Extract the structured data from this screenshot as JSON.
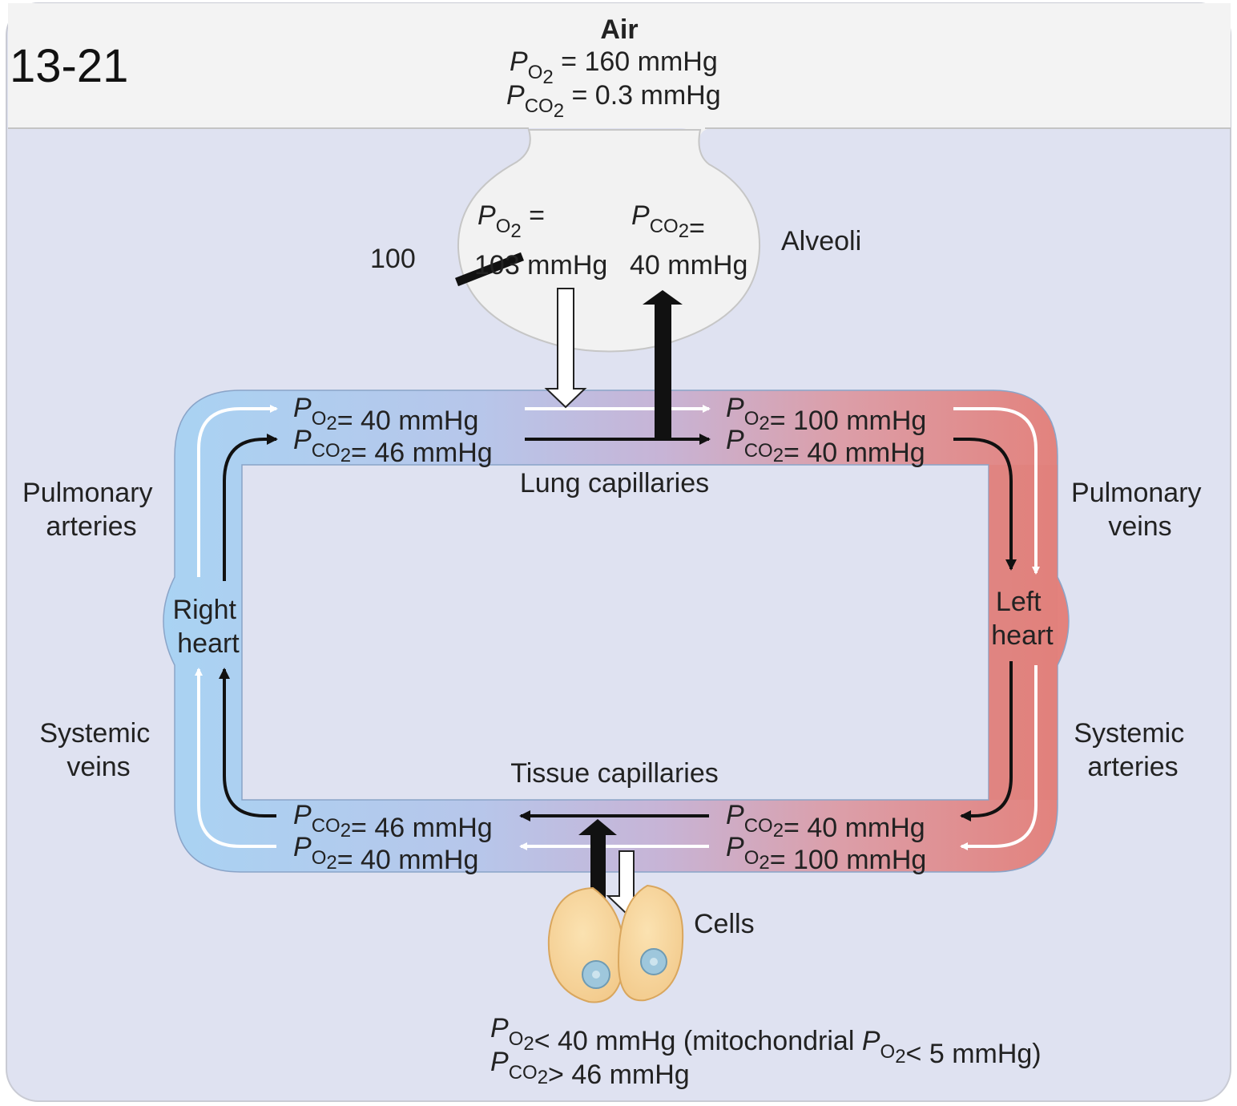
{
  "figure_number": "13-21",
  "air": {
    "title": "Air",
    "po2": "= 160 mmHg",
    "pco2": "= 0.3 mmHg"
  },
  "alveoli": {
    "label": "Alveoli",
    "po2_eq": "=",
    "po2_value": "103 mmHg",
    "po2_correction": "100",
    "pco2_eq": "=",
    "pco2_value": "40 mmHg"
  },
  "lung_capillaries": {
    "label": "Lung capillaries",
    "venous_po2": "= 40 mmHg",
    "venous_pco2": "= 46 mmHg",
    "arterial_po2": "= 100 mmHg",
    "arterial_pco2": "= 40 mmHg"
  },
  "tissue_capillaries": {
    "label": "Tissue capillaries",
    "venous_pco2": "= 46 mmHg",
    "venous_po2": "= 40 mmHg",
    "arterial_pco2": "= 40 mmHg",
    "arterial_po2": "= 100 mmHg"
  },
  "vessels": {
    "pulmonary_arteries": [
      "Pulmonary",
      "arteries"
    ],
    "pulmonary_veins": [
      "Pulmonary",
      "veins"
    ],
    "systemic_veins": [
      "Systemic",
      "veins"
    ],
    "systemic_arteries": [
      "Systemic",
      "arteries"
    ],
    "right_heart": [
      "Right",
      "heart"
    ],
    "left_heart": [
      "Left",
      "heart"
    ]
  },
  "cells": {
    "label": "Cells",
    "po2_text": "< 40 mmHg (mitochondrial",
    "mito_po2_text": "< 5 mmHg)",
    "pco2_text": "> 46 mmHg"
  },
  "symbols": {
    "P": "P",
    "O2": "O",
    "CO2": "CO",
    "two": "2"
  },
  "colors": {
    "venous_blue": "#a9d4f2",
    "arterial_red": "#e0807a",
    "background": "#dfe2f1",
    "air_band": "#f3f3f3"
  }
}
